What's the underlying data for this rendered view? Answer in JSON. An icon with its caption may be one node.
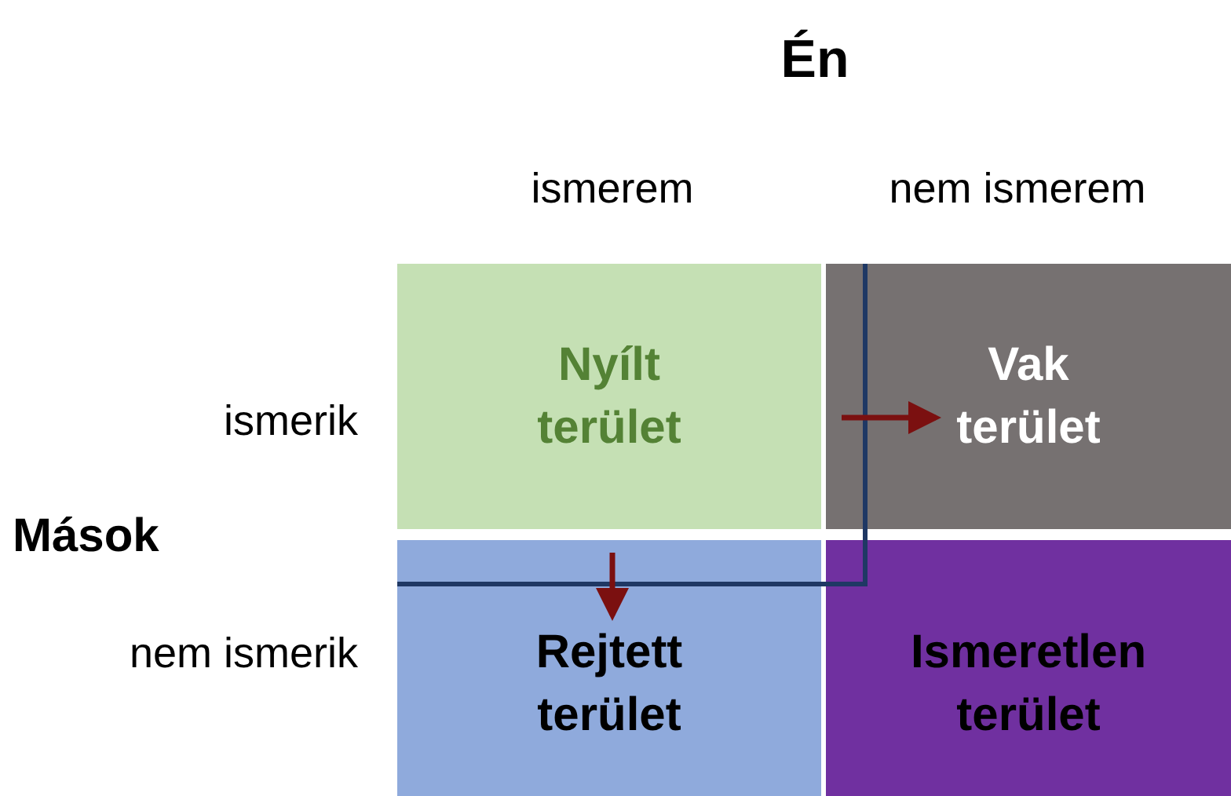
{
  "diagram": {
    "nodes": [
      {
        "text": [
          "Nyílt terület"
        ]
      },
      {
        "text": [
          "Vak terület"
        ]
      },
      {
        "text": [
          "Rejtett terület"
        ]
      },
      {
        "text": [
          "Ismeretlen terület"
        ]
      }
    ],
    "labels": [
      "Én",
      "ismerem",
      "nem ismerem",
      "ismerik",
      "Mások",
      "nem ismerik"
    ]
  }
}
